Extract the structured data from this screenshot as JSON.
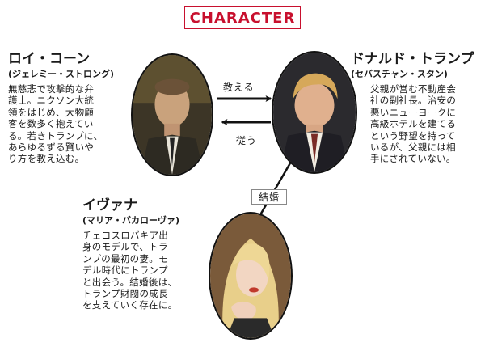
{
  "title": "CHARACTER",
  "characters": [
    {
      "name": "ロイ・コーン",
      "actor": "(ジェレミー・ストロング)",
      "bio_lines": [
        "無慈悲で攻撃的な弁",
        "護士。ニクソン大統",
        "領をはじめ、大物顧",
        "客を数多く抱えてい",
        "る。若きトランプに、",
        "あらゆるずる賢いや",
        "り方を教え込む。"
      ]
    },
    {
      "name": "ドナルド・トランプ",
      "actor": "(セバスチャン・スタン)",
      "bio_lines": [
        "父親が営む不動産会",
        "社の副社長。治安の",
        "悪いニューヨークに",
        "高級ホテルを建てる",
        "という野望を持って",
        "いるが、父親には相",
        "手にされていない。"
      ]
    },
    {
      "name": "イヴァナ",
      "actor": "(マリア・バカローヴァ)",
      "bio_lines": [
        "チェコスロバキア出",
        "身のモデルで、トラ",
        "ンプの最初の妻。モ",
        "デル時代にトランプ",
        "と出会う。結婚後は、",
        "トランプ財閥の成長",
        "を支えていく存在に。"
      ]
    }
  ],
  "relations": {
    "teach": "教える",
    "obey": "従う",
    "marriage": "結婚"
  }
}
